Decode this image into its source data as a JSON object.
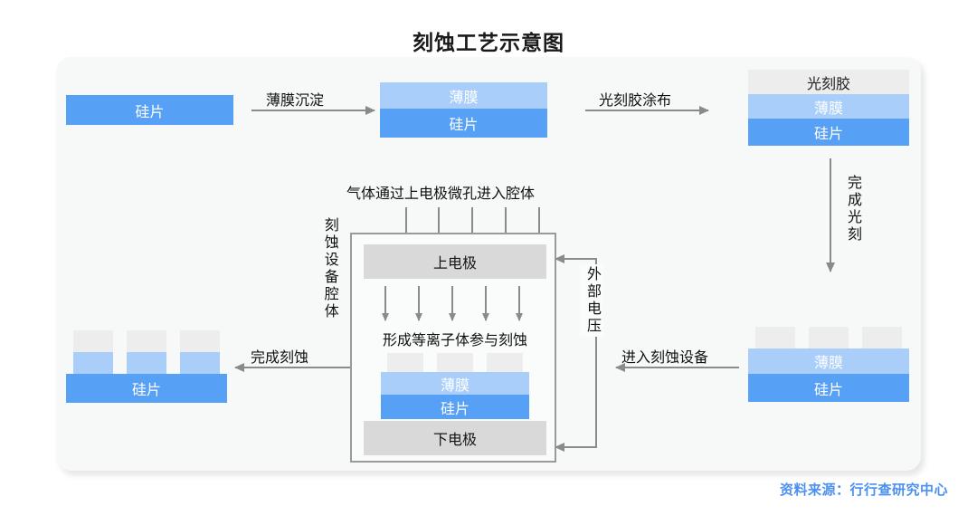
{
  "title": "刻蚀工艺示意图",
  "source": "资料来源：行行查研究中心",
  "labels": {
    "wafer": "硅片",
    "film": "薄膜",
    "resist": "光刻胶",
    "upper_electrode": "上电极",
    "lower_electrode": "下电极",
    "chamber_vertical": "刻蚀设备腔体",
    "external_voltage": "外部电压",
    "gas_inlet": "气体通过上电极微孔进入腔体",
    "plasma": "形成等离子体参与刻蚀"
  },
  "arrows": {
    "deposition": "薄膜沉淀",
    "resist_coating": "光刻胶涂布",
    "litho_done": "完成光刻",
    "enter_etcher": "进入刻蚀设备",
    "etch_done": "完成刻蚀"
  },
  "colors": {
    "wafer": "#56A0F5",
    "film": "#A9CEF9",
    "resist": "#EDEDEE",
    "electrode": "#D9D9D9",
    "arrow": "#8A8A8A",
    "panel": "#F7F8F8",
    "source_text": "#4A90F0"
  },
  "steps": [
    {
      "id": 1,
      "name": "bare-wafer",
      "layers": [
        "硅片"
      ]
    },
    {
      "id": 2,
      "name": "film-deposited",
      "layers": [
        "薄膜",
        "硅片"
      ]
    },
    {
      "id": 3,
      "name": "resist-coated",
      "layers": [
        "光刻胶",
        "薄膜",
        "硅片"
      ]
    },
    {
      "id": 4,
      "name": "resist-patterned",
      "layers": [
        "光刻胶(图形化)",
        "薄膜",
        "硅片"
      ]
    },
    {
      "id": 5,
      "name": "in-etch-chamber",
      "layers": [
        "光刻胶(图形化)",
        "薄膜",
        "硅片"
      ]
    },
    {
      "id": 6,
      "name": "etched-wafer",
      "layers": [
        "光刻胶(图形化)",
        "薄膜(图形化)",
        "硅片"
      ]
    }
  ]
}
